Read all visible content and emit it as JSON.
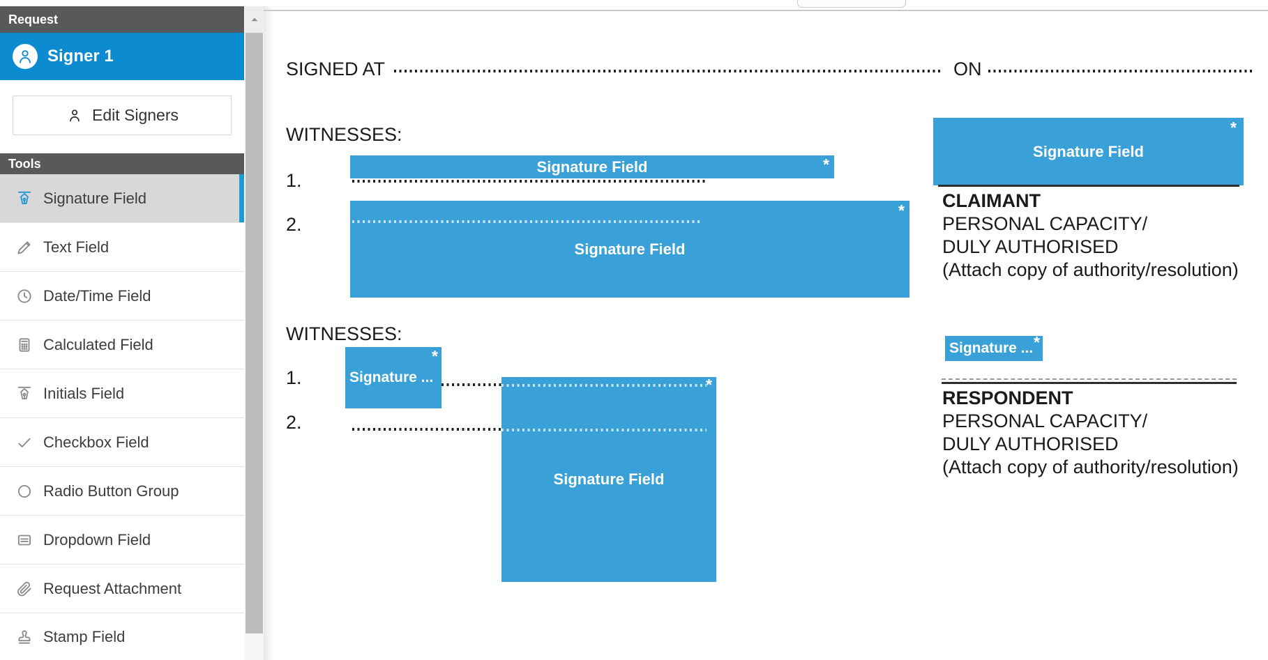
{
  "sidebar": {
    "request_header": "Request",
    "signer_name": "Signer 1",
    "edit_signers_label": "Edit Signers",
    "tools_header": "Tools",
    "tools": [
      {
        "label": "Signature Field",
        "icon": "signature-pen-nib-icon",
        "selected": true
      },
      {
        "label": "Text Field",
        "icon": "pencil-icon",
        "selected": false
      },
      {
        "label": "Date/Time Field",
        "icon": "clock-icon",
        "selected": false
      },
      {
        "label": "Calculated Field",
        "icon": "calculator-icon",
        "selected": false
      },
      {
        "label": "Initials Field",
        "icon": "pen-nib-icon",
        "selected": false
      },
      {
        "label": "Checkbox Field",
        "icon": "checkmark-icon",
        "selected": false
      },
      {
        "label": "Radio Button Group",
        "icon": "radio-circle-icon",
        "selected": false
      },
      {
        "label": "Dropdown Field",
        "icon": "dropdown-list-icon",
        "selected": false
      },
      {
        "label": "Request Attachment",
        "icon": "paperclip-icon",
        "selected": false
      },
      {
        "label": "Stamp Field",
        "icon": "stamp-icon",
        "selected": false
      }
    ]
  },
  "document": {
    "signed_at_label": "SIGNED AT",
    "on_label": "ON",
    "witnesses_heading": "WITNESSES:",
    "list_item_1": "1.",
    "list_item_2": "2.",
    "claimant": {
      "title": "CLAIMANT",
      "line1": "PERSONAL CAPACITY/",
      "line2": "DULY AUTHORISED",
      "line3": "(Attach copy of authority/resolution)"
    },
    "respondent": {
      "title": "RESPONDENT",
      "line1": "PERSONAL CAPACITY/",
      "line2": "DULY AUTHORISED",
      "line3": "(Attach copy of authority/resolution)"
    }
  },
  "overlay_fields": {
    "signature_field_label": "Signature Field",
    "signature_field_truncated_label": "Signature ...",
    "required_asterisk": "*"
  },
  "colors": {
    "field_blue": "#3AA0D8",
    "signer_row_blue": "#0D8BD1",
    "panel_header_gray": "#58595B",
    "selected_tool_gray": "#D8D8D8",
    "selected_tool_accent": "#1D9BD8"
  }
}
